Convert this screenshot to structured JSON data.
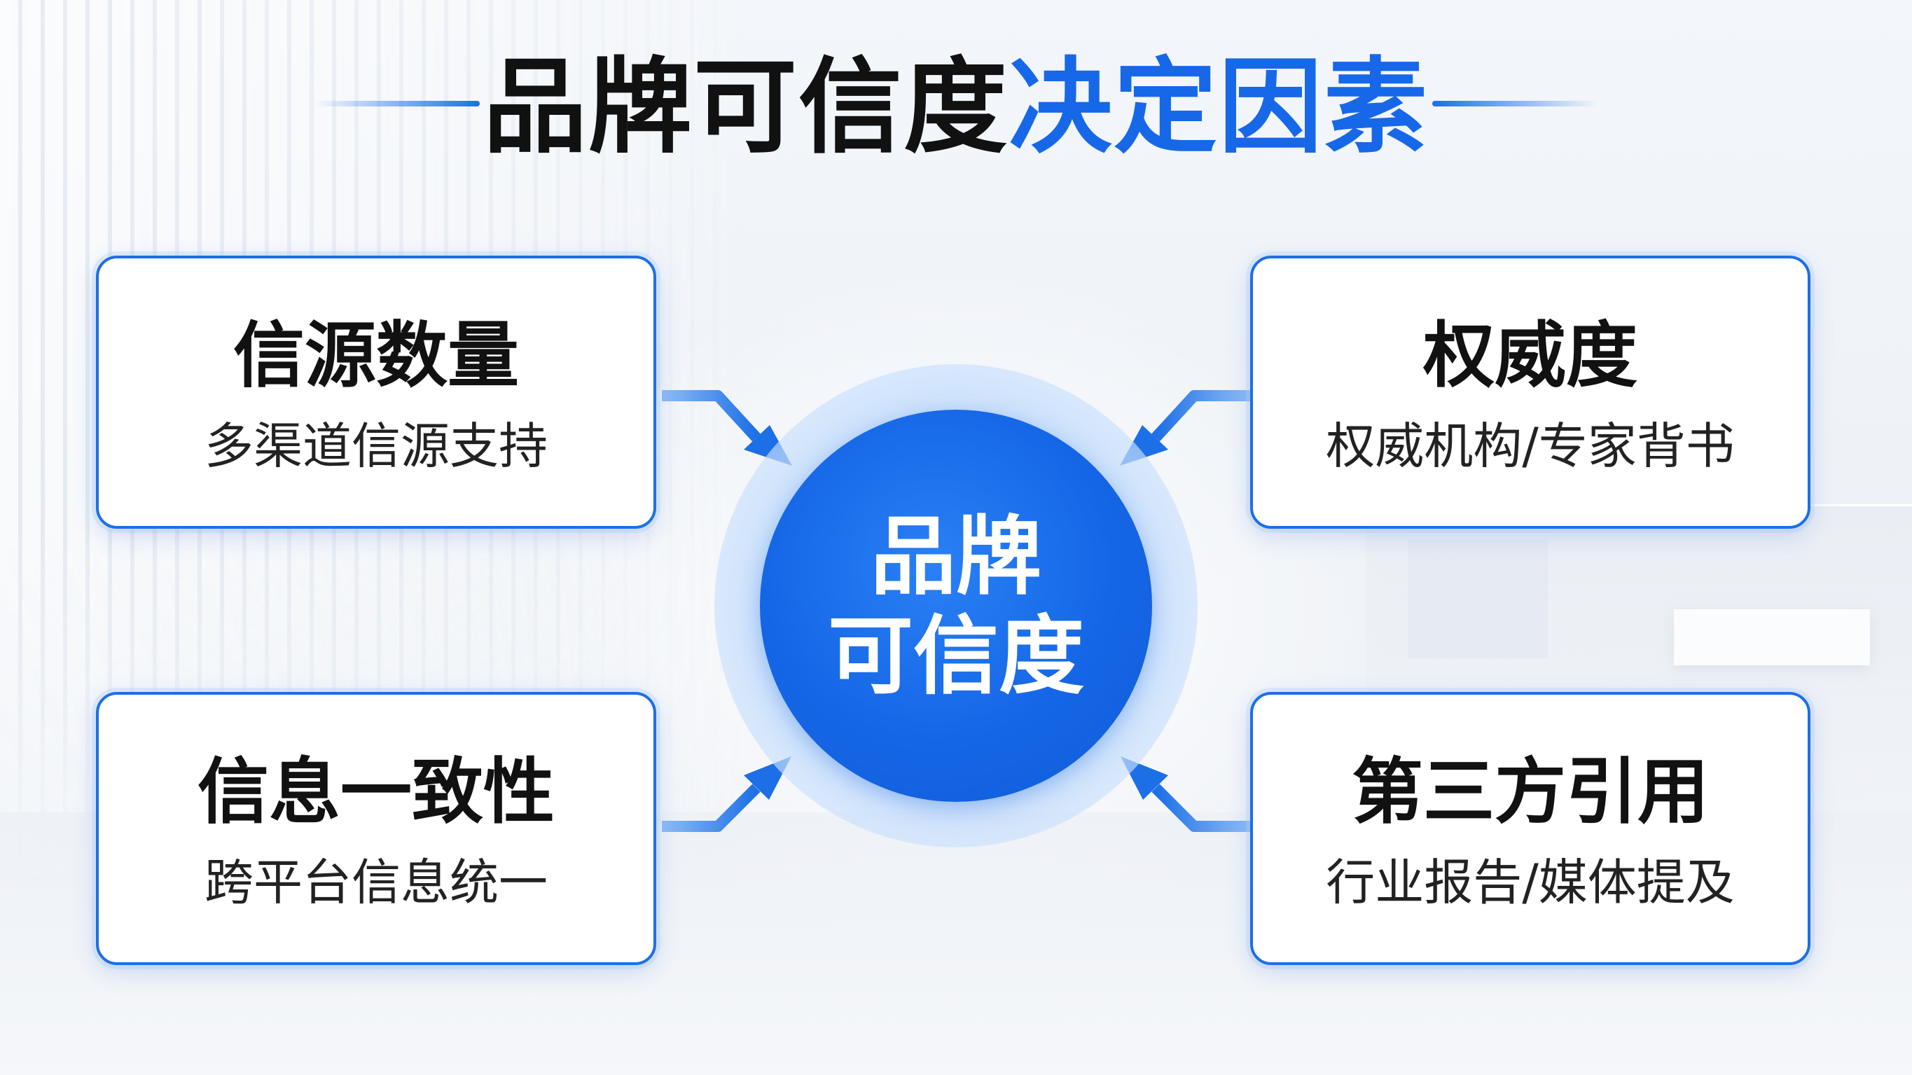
{
  "title": {
    "part1": "品牌可信度",
    "part2": "决定因素"
  },
  "center": {
    "line1": "品牌",
    "line2": "可信度"
  },
  "factors": [
    {
      "title": "信源数量",
      "subtitle": "多渠道信源支持"
    },
    {
      "title": "权威度",
      "subtitle": "权威机构/专家背书"
    },
    {
      "title": "信息一致性",
      "subtitle": "跨平台信息统一"
    },
    {
      "title": "第三方引用",
      "subtitle": "行业报告/媒体提及"
    }
  ],
  "colors": {
    "accent": "#1668e8",
    "text": "#111111",
    "card_border": "#1c6fe6"
  }
}
